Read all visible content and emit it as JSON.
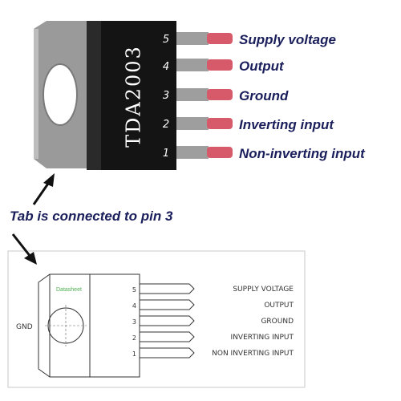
{
  "chip": {
    "name": "TDA2003"
  },
  "pins": [
    {
      "number": "5",
      "label": "Supply voltage"
    },
    {
      "number": "4",
      "label": "Output"
    },
    {
      "number": "3",
      "label": "Ground"
    },
    {
      "number": "2",
      "label": "Inverting input"
    },
    {
      "number": "1",
      "label": "Non-inverting input"
    }
  ],
  "tab_caption": "Tab is connected to pin 3",
  "schematic": {
    "gnd_label": "GND",
    "watermark": "Datasheet",
    "pins": [
      {
        "number": "5",
        "label": "SUPPLY  VOLTAGE"
      },
      {
        "number": "4",
        "label": "OUTPUT"
      },
      {
        "number": "3",
        "label": "GROUND"
      },
      {
        "number": "2",
        "label": "INVERTING  INPUT"
      },
      {
        "number": "1",
        "label": "NON INVERTING  INPUT"
      }
    ]
  },
  "colors": {
    "tab": "#9a9a9a",
    "body": "#141414",
    "pin": "#9e9e9e",
    "pin_tip": "#d65a6a",
    "label": "#1a1f5c"
  }
}
